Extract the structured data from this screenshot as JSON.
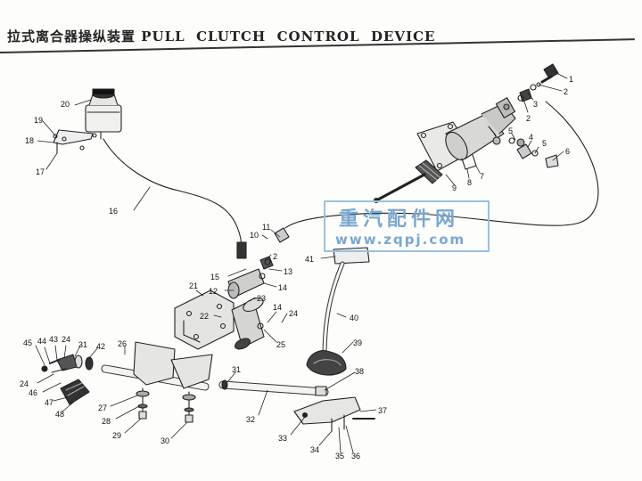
{
  "title": "拉式离合器操纵装置 PULL  CLUTCH  CONTROL  DEVICE",
  "watermark": {
    "cn": "重汽配件网",
    "url": "www.zqpj.com"
  },
  "callouts": [
    {
      "id": "c1",
      "text": "1"
    },
    {
      "id": "c2a",
      "text": "2"
    },
    {
      "id": "c3",
      "text": "3"
    },
    {
      "id": "c2b",
      "text": "2"
    },
    {
      "id": "c5a",
      "text": "5"
    },
    {
      "id": "c4",
      "text": "4"
    },
    {
      "id": "c5b",
      "text": "5"
    },
    {
      "id": "c6",
      "text": "6"
    },
    {
      "id": "c7",
      "text": "7"
    },
    {
      "id": "c8",
      "text": "8"
    },
    {
      "id": "c9",
      "text": "9"
    },
    {
      "id": "c20",
      "text": "20"
    },
    {
      "id": "c19",
      "text": "19"
    },
    {
      "id": "c18",
      "text": "18"
    },
    {
      "id": "c17",
      "text": "17"
    },
    {
      "id": "c16",
      "text": "16"
    },
    {
      "id": "c10",
      "text": "10"
    },
    {
      "id": "c11",
      "text": "11"
    },
    {
      "id": "c2c",
      "text": "2"
    },
    {
      "id": "c13",
      "text": "13"
    },
    {
      "id": "c15",
      "text": "15"
    },
    {
      "id": "c14a",
      "text": "14"
    },
    {
      "id": "c12",
      "text": "12"
    },
    {
      "id": "c21",
      "text": "21"
    },
    {
      "id": "c23",
      "text": "23"
    },
    {
      "id": "c22",
      "text": "22"
    },
    {
      "id": "c14b",
      "text": "14"
    },
    {
      "id": "c24a",
      "text": "24"
    },
    {
      "id": "c25",
      "text": "25"
    },
    {
      "id": "c41",
      "text": "41"
    },
    {
      "id": "c40",
      "text": "40"
    },
    {
      "id": "c39",
      "text": "39"
    },
    {
      "id": "c38",
      "text": "38"
    },
    {
      "id": "c37",
      "text": "37"
    },
    {
      "id": "c45",
      "text": "45"
    },
    {
      "id": "c44",
      "text": "44"
    },
    {
      "id": "c43",
      "text": "43"
    },
    {
      "id": "c24b",
      "text": "24"
    },
    {
      "id": "c31a",
      "text": "31"
    },
    {
      "id": "c42",
      "text": "42"
    },
    {
      "id": "c26",
      "text": "26"
    },
    {
      "id": "c24c",
      "text": "24"
    },
    {
      "id": "c46",
      "text": "46"
    },
    {
      "id": "c47",
      "text": "47"
    },
    {
      "id": "c48",
      "text": "48"
    },
    {
      "id": "c27",
      "text": "27"
    },
    {
      "id": "c28",
      "text": "28"
    },
    {
      "id": "c29",
      "text": "29"
    },
    {
      "id": "c30",
      "text": "30"
    },
    {
      "id": "c31b",
      "text": "31"
    },
    {
      "id": "c32",
      "text": "32"
    },
    {
      "id": "c33",
      "text": "33"
    },
    {
      "id": "c34",
      "text": "34"
    },
    {
      "id": "c35",
      "text": "35"
    },
    {
      "id": "c36",
      "text": "36"
    }
  ]
}
